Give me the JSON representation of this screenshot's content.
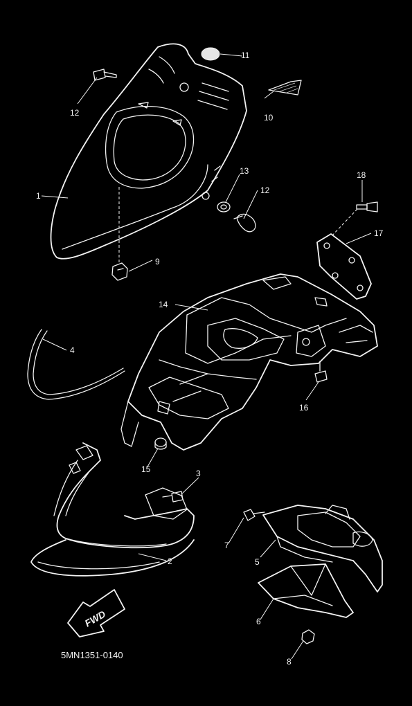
{
  "diagram": {
    "part_numbers": [
      "1",
      "2",
      "3",
      "4",
      "5",
      "6",
      "7",
      "8",
      "9",
      "10",
      "11",
      "12",
      "12",
      "13",
      "14",
      "15",
      "16",
      "17",
      "18"
    ],
    "direction_label": "FWD",
    "drawing_code": "5MN1351-0140"
  }
}
